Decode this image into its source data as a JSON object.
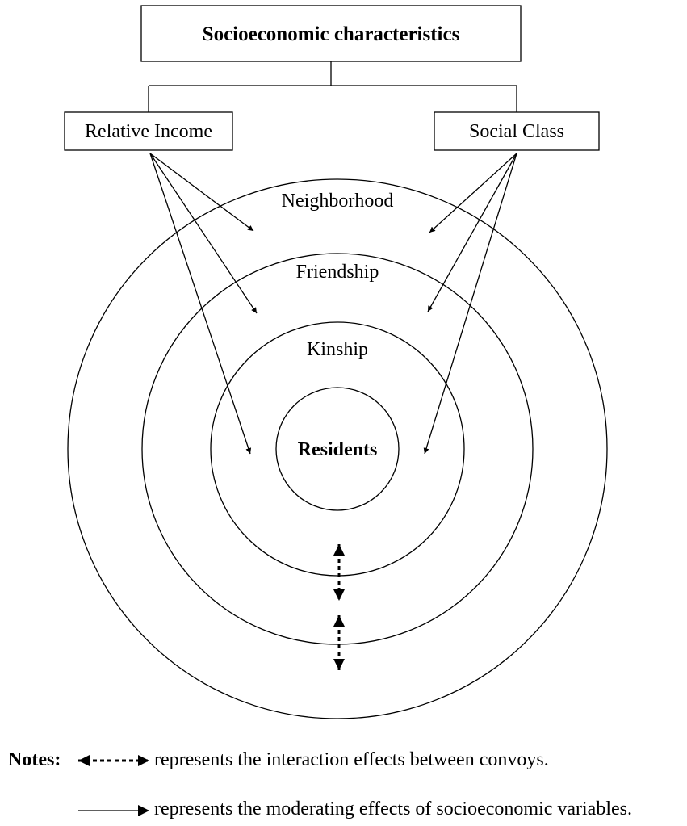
{
  "diagram": {
    "top_box": "Socioeconomic characteristics",
    "left_box": "Relative Income",
    "right_box": "Social Class",
    "rings": {
      "outer": "Neighborhood",
      "second": "Friendship",
      "third": "Kinship",
      "center": "Residents"
    }
  },
  "notes": {
    "label": "Notes:",
    "interaction_text": "represents the interaction effects between convoys.",
    "moderating_text": "represents the moderating effects of socioeconomic variables."
  }
}
